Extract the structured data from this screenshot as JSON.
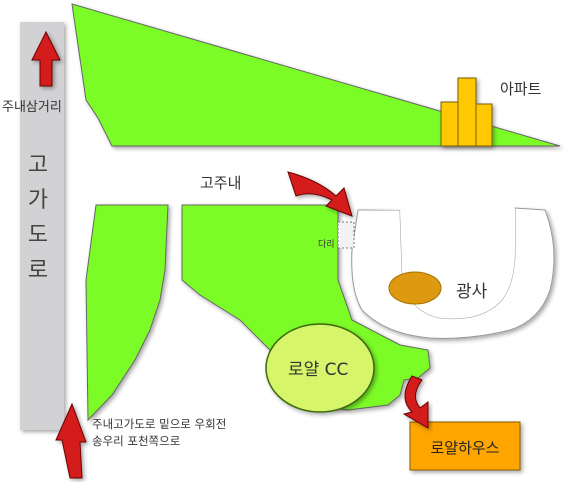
{
  "labels": {
    "junction": "주내삼거리",
    "overpass": "고가도로",
    "apartment": "아파트",
    "stream": "고주내",
    "bridge": "다리",
    "plaza": "광사",
    "golf_course": "로얄 CC",
    "route_line1": "주내고가도로 밑으로 우회전",
    "route_line2": "송우리 포천쪽으로",
    "destination": "로얄하우스"
  },
  "colors": {
    "green_area": "#7cfc28",
    "overpass": "#d2d2d4",
    "apartment": "#ffc800",
    "arrow": "#d41e1e",
    "plaza_pond": "#dd9a10",
    "destination_box": "#ffa500"
  },
  "icons": {
    "direction_arrow": "curved-red-arrow-icon",
    "apartment": "building-icon"
  }
}
